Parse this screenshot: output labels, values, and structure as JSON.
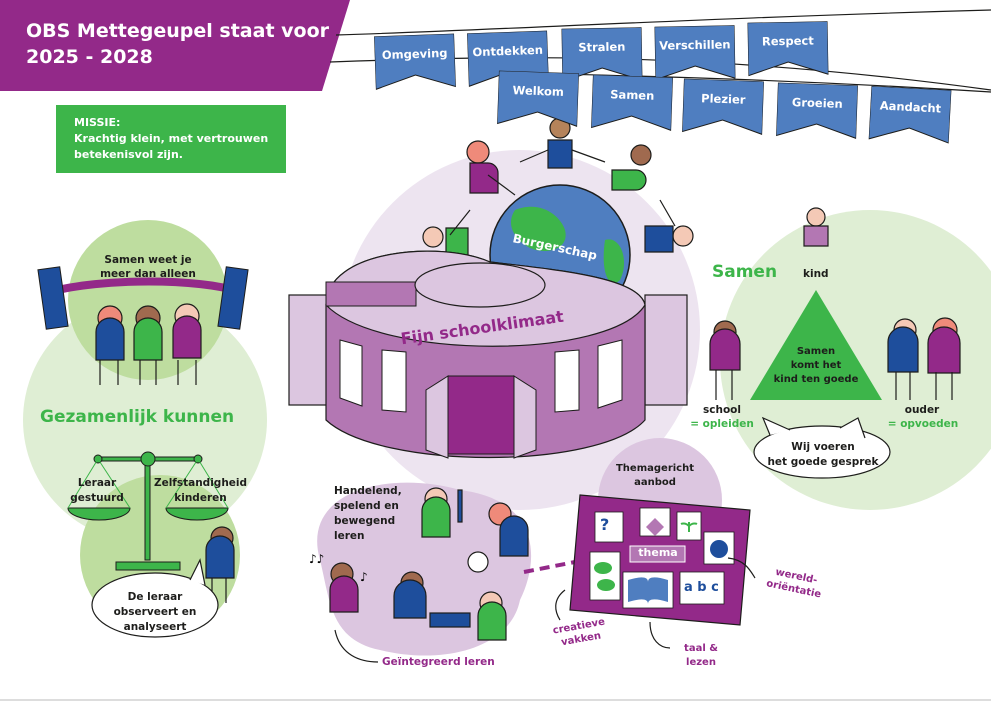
{
  "header": {
    "title_line1": "OBS Mettegeupel staat voor",
    "title_line2": "2025 - 2028"
  },
  "mission": {
    "label": "MISSIE:",
    "line1": "Krachtig klein, met vertrouwen",
    "line2": "betekenisvol zijn."
  },
  "values_bunting": {
    "top_row": [
      "Omgeving",
      "Ontdekken",
      "Stralen",
      "Verschillen",
      "Respect"
    ],
    "bottom_row": [
      "Welkom",
      "Samen",
      "Plezier",
      "Groeien",
      "Aandacht"
    ]
  },
  "left_section": {
    "weightlift_line1": "Samen weet je",
    "weightlift_line2": "meer dan alleen",
    "heading": "Gezamenlijk kunnen",
    "scale_left_line1": "Leraar",
    "scale_left_line2": "gestuurd",
    "scale_right_line1": "Zelfstandigheid",
    "scale_right_line2": "kinderen",
    "bubble_line1": "De leraar",
    "bubble_line2": "observeert en",
    "bubble_line3": "analyseert"
  },
  "center_section": {
    "globe_label": "Burgerschap",
    "building_label": "Fijn schoolklimaat"
  },
  "right_section": {
    "heading": "Samen",
    "kind_label": "kind",
    "triangle_line1": "Samen",
    "triangle_line2": "komt het",
    "triangle_line3": "kind ten goede",
    "school_label": "school",
    "school_role": "= opleiden",
    "ouder_label": "ouder",
    "ouder_role": "= opvoeden",
    "bubble_line1": "Wij voeren",
    "bubble_line2": "het goede gesprek"
  },
  "learning_section": {
    "heading_line1": "Handelend,",
    "heading_line2": "spelend en",
    "heading_line3": "bewegend",
    "heading_line4": "leren",
    "footer": "Geïntegreerd leren"
  },
  "theme_section": {
    "heading_line1": "Themagericht",
    "heading_line2": "aanbod",
    "board_label": "thema",
    "card_abc": "a b c",
    "card_question": "?",
    "wereld_line1": "wereld-",
    "wereld_line2": "oriëntatie",
    "creatief_line1": "creatieve",
    "creatief_line2": "vakken",
    "taal_line1": "taal &",
    "taal_line2": "lezen"
  },
  "colors": {
    "purple": "#932989",
    "green": "#3db54a",
    "blue_flag": "#4f7ec0",
    "light_green": "#dfeed4",
    "mid_green": "#bedd9f",
    "light_purple": "#ede4f0",
    "mid_purple": "#dcc6e0",
    "building_purple": "#b377b3"
  }
}
